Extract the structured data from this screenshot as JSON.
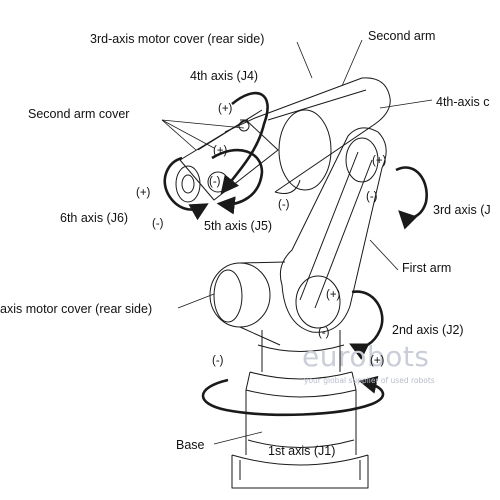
{
  "labels": {
    "third_axis_motor_cover": "3rd-axis motor cover (rear side)",
    "second_arm": "Second arm",
    "fourth_axis": "4th axis (J4)",
    "fourth_axis_cover": "4th-axis c",
    "second_arm_cover": "Second arm cover",
    "sixth_axis": "6th axis (J6)",
    "fifth_axis": "5th axis (J5)",
    "third_axis": "3rd axis (J",
    "first_arm": "First arm",
    "second_axis_motor_cover": "axis motor cover (rear side)",
    "second_axis": "2nd axis (J2)",
    "base": "Base",
    "first_axis": "1st axis (J1)"
  },
  "signs": {
    "plus": "(+)",
    "minus": "(-)"
  },
  "watermark": {
    "name": "eurobots",
    "tagline": "your global supplier of used robots"
  },
  "colors": {
    "line": "#1a1a1a",
    "watermark": "#c9ced8"
  }
}
